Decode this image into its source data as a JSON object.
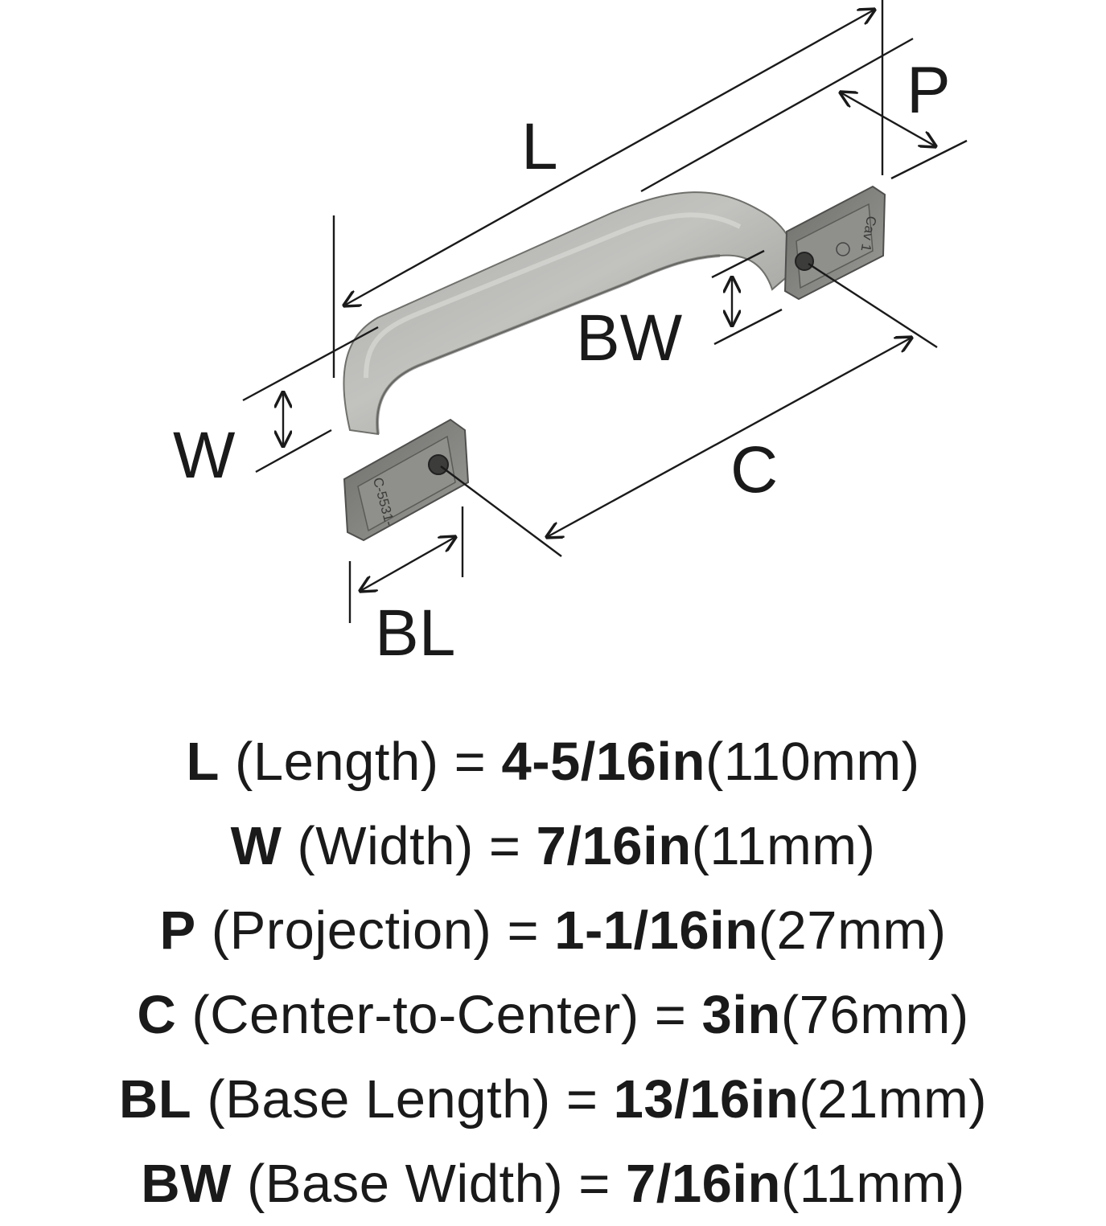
{
  "diagram": {
    "labels": {
      "L": "L",
      "P": "P",
      "BW": "BW",
      "W": "W",
      "C": "C",
      "BL": "BL"
    },
    "stamps": {
      "left_base": "C-5531-",
      "right_base": "Cav 1"
    },
    "colors": {
      "line": "#1a1a1a",
      "metal_light": "#b9b9b6",
      "metal_mid": "#8e8e8b",
      "metal_dark": "#4f4f4d"
    }
  },
  "specs": [
    {
      "abbr": "L",
      "desc": " (Length) = ",
      "inch": "4-5/16in",
      "mm": "(110mm)"
    },
    {
      "abbr": "W",
      "desc": " (Width) = ",
      "inch": "7/16in",
      "mm": "(11mm)"
    },
    {
      "abbr": "P",
      "desc": " (Projection) = ",
      "inch": "1-1/16in",
      "mm": "(27mm)"
    },
    {
      "abbr": "C",
      "desc": " (Center-to-Center) = ",
      "inch": "3in",
      "mm": "(76mm)"
    },
    {
      "abbr": "BL",
      "desc": " (Base Length) = ",
      "inch": "13/16in",
      "mm": "(21mm)"
    },
    {
      "abbr": "BW",
      "desc": " (Base Width) = ",
      "inch": "7/16in",
      "mm": "(11mm)"
    }
  ]
}
